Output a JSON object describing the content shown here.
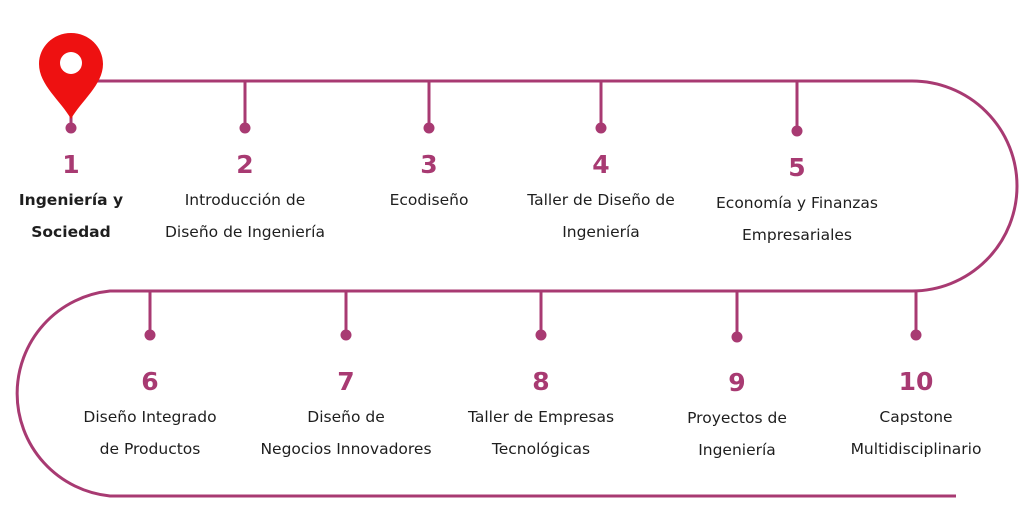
{
  "colors": {
    "track": "#a83a72",
    "number": "#a83a72",
    "pin": "#ee1111",
    "text": "#1e1e1e"
  },
  "pin_icon": "location-pin-icon",
  "steps": [
    {
      "number": "1",
      "line1": "Ingeniería y",
      "line2": "Sociedad",
      "active": true
    },
    {
      "number": "2",
      "line1": "Introducción de",
      "line2": "Diseño de Ingeniería"
    },
    {
      "number": "3",
      "line1": "Ecodiseño",
      "line2": ""
    },
    {
      "number": "4",
      "line1": "Taller de Diseño de",
      "line2": "Ingeniería"
    },
    {
      "number": "5",
      "line1": "Economía y Finanzas",
      "line2": "Empresariales"
    },
    {
      "number": "6",
      "line1": "Diseño Integrado",
      "line2": "de Productos"
    },
    {
      "number": "7",
      "line1": "Diseño de",
      "line2": "Negocios Innovadores"
    },
    {
      "number": "8",
      "line1": "Taller de Empresas",
      "line2": "Tecnológicas"
    },
    {
      "number": "9",
      "line1": "Proyectos de",
      "line2": "Ingeniería"
    },
    {
      "number": "10",
      "line1": "Capstone",
      "line2": "Multidisciplinario"
    }
  ]
}
